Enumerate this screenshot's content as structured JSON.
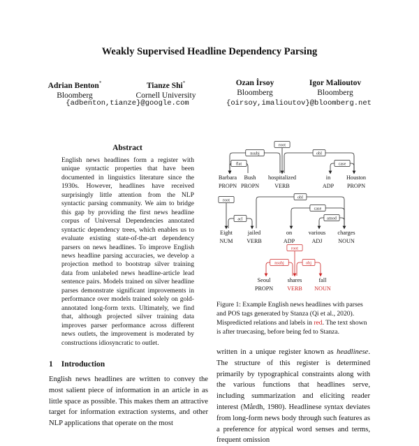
{
  "paper": {
    "title": "Weakly Supervised Headline Dependency Parsing",
    "authors": [
      {
        "name": "Adrian Benton",
        "mark": "*",
        "affiliation": "Bloomberg"
      },
      {
        "name": "Tianze Shi",
        "mark": "*",
        "affiliation": "Cornell University"
      },
      {
        "name": "Ozan İrsoy",
        "mark": "",
        "affiliation": "Bloomberg"
      },
      {
        "name": "Igor Malioutov",
        "mark": "",
        "affiliation": "Bloomberg"
      }
    ],
    "emails": [
      "{adbenton,tianze}@google.com",
      "{oirsoy,imalioutov}@bloomberg.net"
    ],
    "abstract_heading": "Abstract",
    "abstract": "English news headlines form a register with unique syntactic properties that have been documented in linguistics literature since the 1930s. However, headlines have received surprisingly little attention from the NLP syntactic parsing community. We aim to bridge this gap by providing the first news headline corpus of Universal Dependencies annotated syntactic dependency trees, which enables us to evaluate existing state-of-the-art dependency parsers on news headlines. To improve English news headline parsing accuracies, we develop a projection method to bootstrap silver training data from unlabeled news headline-article lead sentence pairs. Models trained on silver headline parses demonstrate significant improvements in performance over models trained solely on gold-annotated long-form texts. Ultimately, we find that, although projected silver training data improves parser performance across different news outlets, the improvement is moderated by constructions idiosyncratic to outlet.",
    "section_number": "1",
    "section_title": "Introduction",
    "intro": "English news headlines are written to convey the most salient piece of information in an article in as little space as possible. This makes them an attractive target for information extraction systems, and other NLP applications that operate on the most",
    "right_col": {
      "before": "written in a unique register known as ",
      "em": "headlinese",
      "after": ". The structure of this register is determined primarily by typographical constraints along with the various functions that headlines serve, including summarization and eliciting reader interest (Mårdh, 1980). Headlinese syntax deviates from long-form news body through such features as a preference for atypical word senses and terms, frequent omission"
    },
    "caption": {
      "before": "Figure 1: Example English news headlines with parses and POS tags generated by Stanza (Qi et al., 2020). Mispredicted relations and labels in ",
      "red_word": "red",
      "after": ". The text shown is after truecasing, before being fed to Stanza."
    }
  },
  "figure": {
    "colors": {
      "normal": "#222222",
      "error": "#cc2222"
    },
    "trees": [
      {
        "tokens": [
          {
            "word": "Barbara",
            "pos": "PROPN",
            "pos_error": false
          },
          {
            "word": "Bush",
            "pos": "PROPN",
            "pos_error": false
          },
          {
            "word": "hospitalized",
            "pos": "VERB",
            "pos_error": false
          },
          {
            "word": "in",
            "pos": "ADP",
            "pos_error": false
          },
          {
            "word": "Houston",
            "pos": "PROPN",
            "pos_error": false
          }
        ],
        "arcs": [
          {
            "label": "root",
            "error": false
          },
          {
            "label": "flat",
            "error": false
          },
          {
            "label": "nsubj",
            "error": false
          },
          {
            "label": "obl",
            "error": false
          },
          {
            "label": "case",
            "error": false
          }
        ]
      },
      {
        "tokens": [
          {
            "word": "Eight",
            "pos": "NUM",
            "pos_error": false
          },
          {
            "word": "jailed",
            "pos": "VERB",
            "pos_error": false
          },
          {
            "word": "on",
            "pos": "ADP",
            "pos_error": false
          },
          {
            "word": "various",
            "pos": "ADJ",
            "pos_error": false
          },
          {
            "word": "charges",
            "pos": "NOUN",
            "pos_error": false
          }
        ],
        "arcs": [
          {
            "label": "root",
            "error": false
          },
          {
            "label": "acl",
            "error": false
          },
          {
            "label": "obl",
            "error": false
          },
          {
            "label": "case",
            "error": false
          },
          {
            "label": "amod",
            "error": false
          }
        ]
      },
      {
        "tokens": [
          {
            "word": "Seoul",
            "pos": "PROPN",
            "pos_error": false
          },
          {
            "word": "shares",
            "pos": "VERB",
            "pos_error": true
          },
          {
            "word": "fall",
            "pos": "NOUN",
            "pos_error": true
          }
        ],
        "arcs": [
          {
            "label": "root",
            "error": true
          },
          {
            "label": "nsubj",
            "error": true
          },
          {
            "label": "obj",
            "error": true
          }
        ]
      }
    ]
  }
}
